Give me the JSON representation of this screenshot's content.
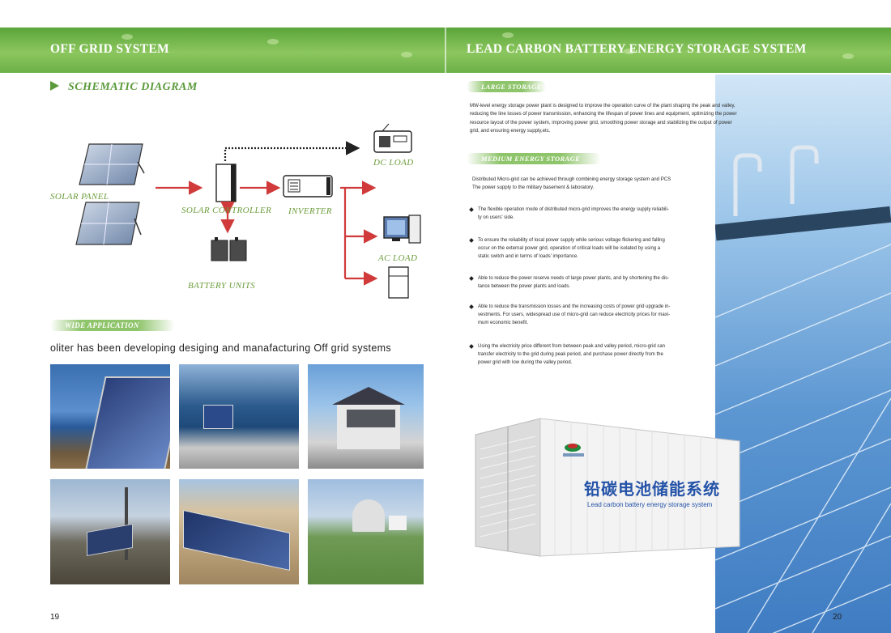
{
  "header": {
    "left_title": "OFF GRID SYSTEM",
    "right_title": "LEAD CARBON BATTERY ENERGY STORAGE SYSTEM"
  },
  "left_page": {
    "section_title": "SCHEMATIC DIAGRAM",
    "diagram": {
      "solar_panel": "SOLAR PANEL",
      "solar_controller": "SOLAR CONTROLLER",
      "inverter": "INVERTER",
      "dc_load": "DC LOAD",
      "ac_load": "AC LOAD",
      "battery_units": "BATTERY UNITS"
    },
    "wide_application_label": "WIDE APPLICATION",
    "application_text": "oliter has been developing desiging and manafacturing Off grid systems",
    "page_number": "19"
  },
  "right_page": {
    "large_storage_label": "LARGE STORAGE",
    "large_storage_lines": [
      "MW-level energy storage power plant is designed to improve the operation curve of the plant shaping the peak and valley,",
      "reducing the line losses of power transmission, enhancing the lifespan of power lines and equipment, optimizing the power",
      "resource layout of the power system, improving power grid, smoothing power storage and stabilizing the output of power",
      "grid, and ensuring energy supply,etc."
    ],
    "medium_storage_label": "MEDIUM ENERGY STORAGE",
    "medium_intro_lines": [
      "Distributed Micro-grid can be achieved through combining energy storage system and PCS",
      "The power supply to the military basement & laboratory."
    ],
    "bullets": [
      [
        "The flexible operation mode of distributed micro-grid improves the energy supply reliabili-",
        "ty on users' side."
      ],
      [
        "To ensure the reliability of local power supply while serious voltage flickering and falling",
        "occur on the external power grid, operation of critical loads will be isolated by using a",
        "static switch and in terms of loads' importance."
      ],
      [
        "Able to reduce the power reserve needs of large power plants, and by shortening the dis-",
        "tance between the power plants and loads."
      ],
      [
        "Able to reduce the transmission losses and the increasing costs of power grid upgrade in-",
        "vestments. For users, widespread use of micro-grid can reduce electricity prices for maxi-",
        "mum economic benefit."
      ],
      [
        "Using the electricity price different from between peak and valley period, micro-grid can",
        "transfer electricity to the grid during peak period, and purchase power directly from the",
        "power grid with low during the valley period."
      ]
    ],
    "container_chinese": "铅碳电池储能系统",
    "container_english": "Lead carbon battery energy storage system",
    "page_number": "20"
  }
}
